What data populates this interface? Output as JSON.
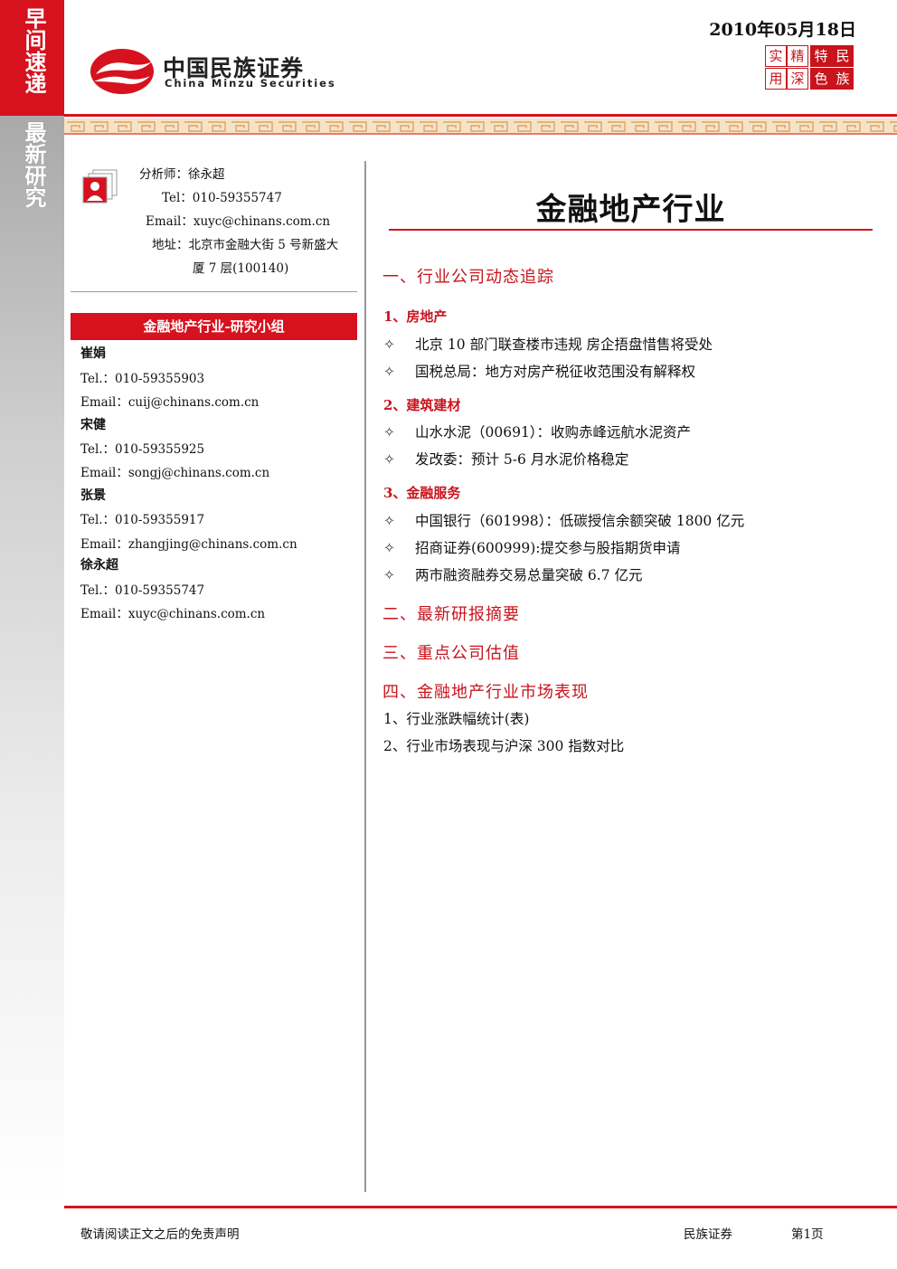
{
  "sidebar": {
    "top_label": "早间速递",
    "bottom_label": "最新研究"
  },
  "header": {
    "logo_cn": "中国民族证券",
    "logo_en": "China Minzu Securities",
    "date": "2010年05月18日",
    "seal_chars": [
      "实",
      "精",
      "特",
      "民",
      "用",
      "深",
      "色",
      "族"
    ]
  },
  "analyst": {
    "name_line": "分析师：徐永超",
    "tel_line": "Tel：010-59355747",
    "email_line": "Email：xuyc@chinans.com.cn",
    "addr_line1": "地址：北京市金融大街 5 号新盛大",
    "addr_line2": "厦 7 层(100140)"
  },
  "team": {
    "title": "金融地产行业-研究小组",
    "members": [
      {
        "name": "崔娟",
        "tel": "Tel.：010-59355903",
        "email": "Email：cuij@chinans.com.cn"
      },
      {
        "name": "宋健",
        "tel": "Tel.：010-59355925",
        "email": "Email：songj@chinans.com.cn"
      },
      {
        "name": "张景",
        "tel": "Tel.：010-59355917",
        "email": "Email：zhangjing@chinans.com.cn"
      },
      {
        "name": "徐永超",
        "tel": "Tel.：010-59355747",
        "email": "Email：xuyc@chinans.com.cn"
      }
    ]
  },
  "main": {
    "title": "金融地产行业",
    "section1": "一、行业公司动态追踪",
    "sub1": "1、房地产",
    "sub1_items": [
      "北京 10 部门联查楼市违规  房企捂盘惜售将受处",
      "国税总局：地方对房产税征收范围没有解释权"
    ],
    "sub2": "2、建筑建材",
    "sub2_items": [
      "山水水泥（00691）：收购赤峰远航水泥资产",
      "发改委：预计 5-6 月水泥价格稳定"
    ],
    "sub3": "3、金融服务",
    "sub3_items": [
      "中国银行（601998）：低碳授信余额突破 1800 亿元",
      "招商证券(600999):提交参与股指期货申请",
      "两市融资融券交易总量突破 6.7 亿元"
    ],
    "section2": "二、最新研报摘要",
    "section3": "三、重点公司估值",
    "section4": "四、金融地产行业市场表现",
    "sec4_items": [
      "1、行业涨跌幅统计(表)",
      "2、行业市场表现与沪深 300 指数对比"
    ],
    "bullet": "✧"
  },
  "footer": {
    "disclaimer": "敬请阅读正文之后的免责声明",
    "company": "民族证券",
    "page": "第1页"
  },
  "colors": {
    "accent": "#d6121f"
  }
}
